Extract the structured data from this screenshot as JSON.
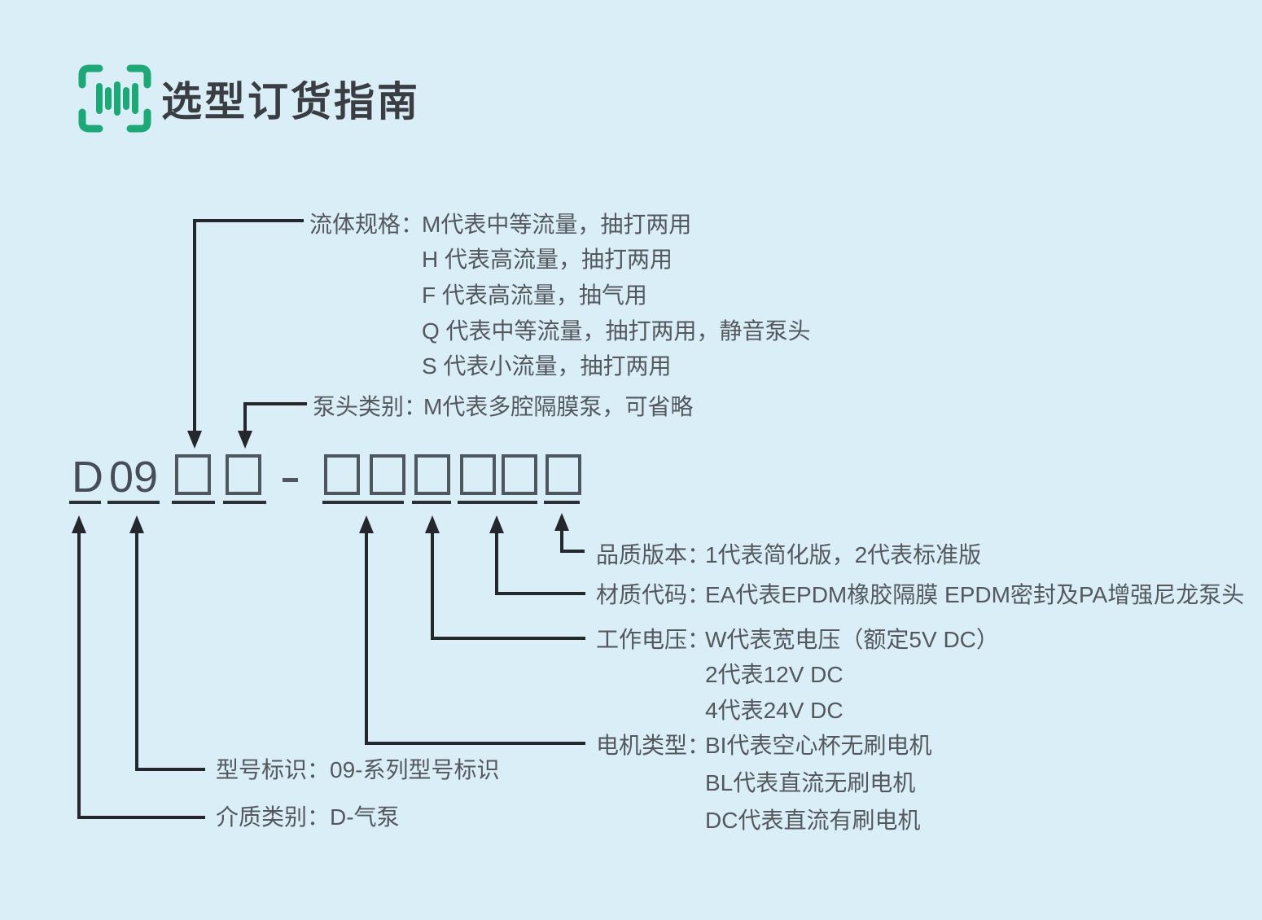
{
  "colors": {
    "background": "#daeef8",
    "accent_green": "#1ea878",
    "line": "#24282c",
    "body_text": "#54585d",
    "title_text": "#3a3d41",
    "box_border": "#4e565e"
  },
  "header": {
    "title": "选型订货指南"
  },
  "model_code": {
    "medium_code": "D",
    "series_code": "09",
    "separator": "-",
    "blank_boxes_before_separator": 2,
    "blank_boxes_after_separator": 6
  },
  "sections": {
    "fluid_spec": {
      "label": "流体规格：",
      "options": [
        "M代表中等流量，抽打两用",
        "H 代表高流量，抽打两用",
        "F 代表高流量，抽气用",
        "Q 代表中等流量，抽打两用，静音泵头",
        "S 代表小流量，抽打两用"
      ]
    },
    "pump_head": {
      "label": "泵头类别：",
      "options": [
        "M代表多腔隔膜泵，可省略"
      ]
    },
    "quality_version": {
      "label": "品质版本：",
      "options": [
        "1代表简化版，2代表标准版"
      ]
    },
    "material_code": {
      "label": "材质代码：",
      "options": [
        "EA代表EPDM橡胶隔膜 EPDM密封及PA增强尼龙泵头"
      ]
    },
    "working_voltage": {
      "label": "工作电压：",
      "options": [
        "W代表宽电压（额定5V DC）",
        "2代表12V DC",
        "4代表24V DC"
      ]
    },
    "motor_type": {
      "label": "电机类型：",
      "options": [
        "BI代表空心杯无刷电机",
        "BL代表直流无刷电机",
        "DC代表直流有刷电机"
      ]
    },
    "model_id": {
      "label": "型号标识：",
      "value": "09-系列型号标识"
    },
    "medium_type": {
      "label": "介质类别：",
      "value": "D-气泵"
    }
  }
}
